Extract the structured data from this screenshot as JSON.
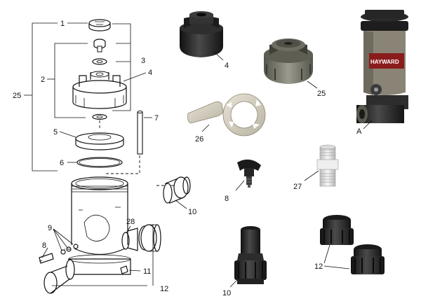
{
  "diagram": {
    "callouts": {
      "c1": "1",
      "c2": "2",
      "c3": "3",
      "c4_drawing": "4",
      "c5": "5",
      "c6": "6",
      "c7": "7",
      "c8_drawing": "8",
      "c9": "9",
      "c10_drawing": "10",
      "c11": "11",
      "c12_drawing": "12",
      "c25_drawing": "25",
      "c28": "28",
      "c4_photo": "4",
      "c25_photo": "25",
      "c26": "26",
      "c8_photo": "8",
      "c27": "27",
      "c10_photo": "10",
      "c12_photo": "12",
      "cA": "A"
    },
    "product_brand": "HAYWARD"
  },
  "colors": {
    "line_art": "#111111",
    "background": "#ffffff",
    "dark_plastic": "#2a2a2a",
    "gray_plastic": "#7a7a6e",
    "clear_body": "#d9d6cf"
  }
}
